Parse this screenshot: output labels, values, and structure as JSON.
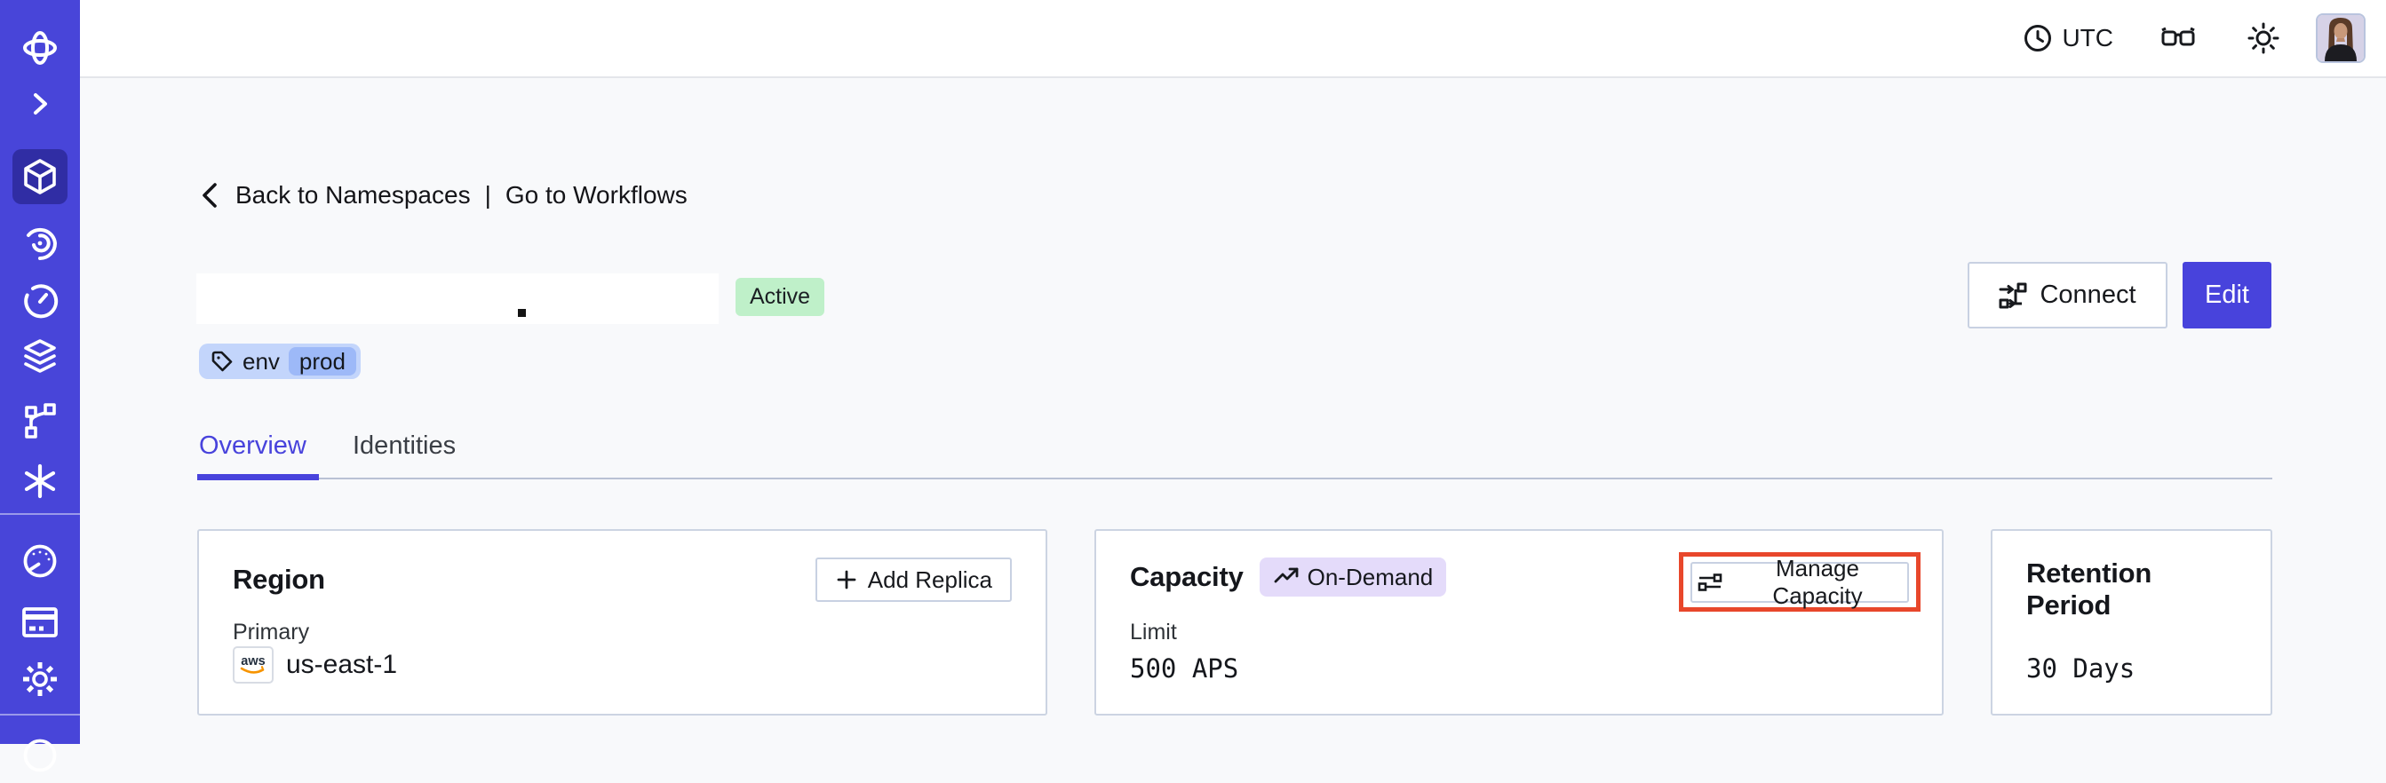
{
  "topbar": {
    "timezone_label": "UTC",
    "icons": [
      "clock-icon",
      "glasses-icon",
      "brightness-icon",
      "user-avatar"
    ]
  },
  "sidebar": {
    "icons": [
      "temporal-logo",
      "chevron-right-icon",
      "cube-icon",
      "spiral-icon",
      "timer-icon",
      "layers-icon",
      "branch-icon",
      "asterisk-icon",
      "gauge-icon",
      "billing-card-icon",
      "gear-icon",
      "globe-icon-partial"
    ],
    "active_item": "cube-icon"
  },
  "breadcrumb": {
    "back": "Back to Namespaces",
    "separator": "|",
    "forward": "Go to Workflows"
  },
  "namespace": {
    "status_badge": "Active",
    "tag_key": "env",
    "tag_value": "prod"
  },
  "actions": {
    "connect": "Connect",
    "edit": "Edit"
  },
  "tabs": [
    {
      "label": "Overview",
      "active": true
    },
    {
      "label": "Identities",
      "active": false
    }
  ],
  "cards": {
    "region": {
      "title": "Region",
      "add_replica": "Add Replica",
      "label": "Primary",
      "provider": "aws",
      "value": "us-east-1"
    },
    "capacity": {
      "title": "Capacity",
      "badge": "On-Demand",
      "manage": "Manage Capacity",
      "label": "Limit",
      "value": "500 APS",
      "highlighted": true
    },
    "retention": {
      "title": "Retention Period",
      "value": "30 Days"
    }
  },
  "colors": {
    "sidebar": "#4845d9",
    "accent_indigo": "#4843dc",
    "status_green_bg": "#bff0c9",
    "badge_lavender_bg": "#e4dbfa",
    "tag_blue_bg": "#c3d5fb",
    "tag_chip_bg": "#9db9f8",
    "highlight_red": "#e8472b",
    "card_border": "#ccd4e2",
    "aws_orange": "#f79400",
    "page_bg": "#f8f9fb"
  }
}
